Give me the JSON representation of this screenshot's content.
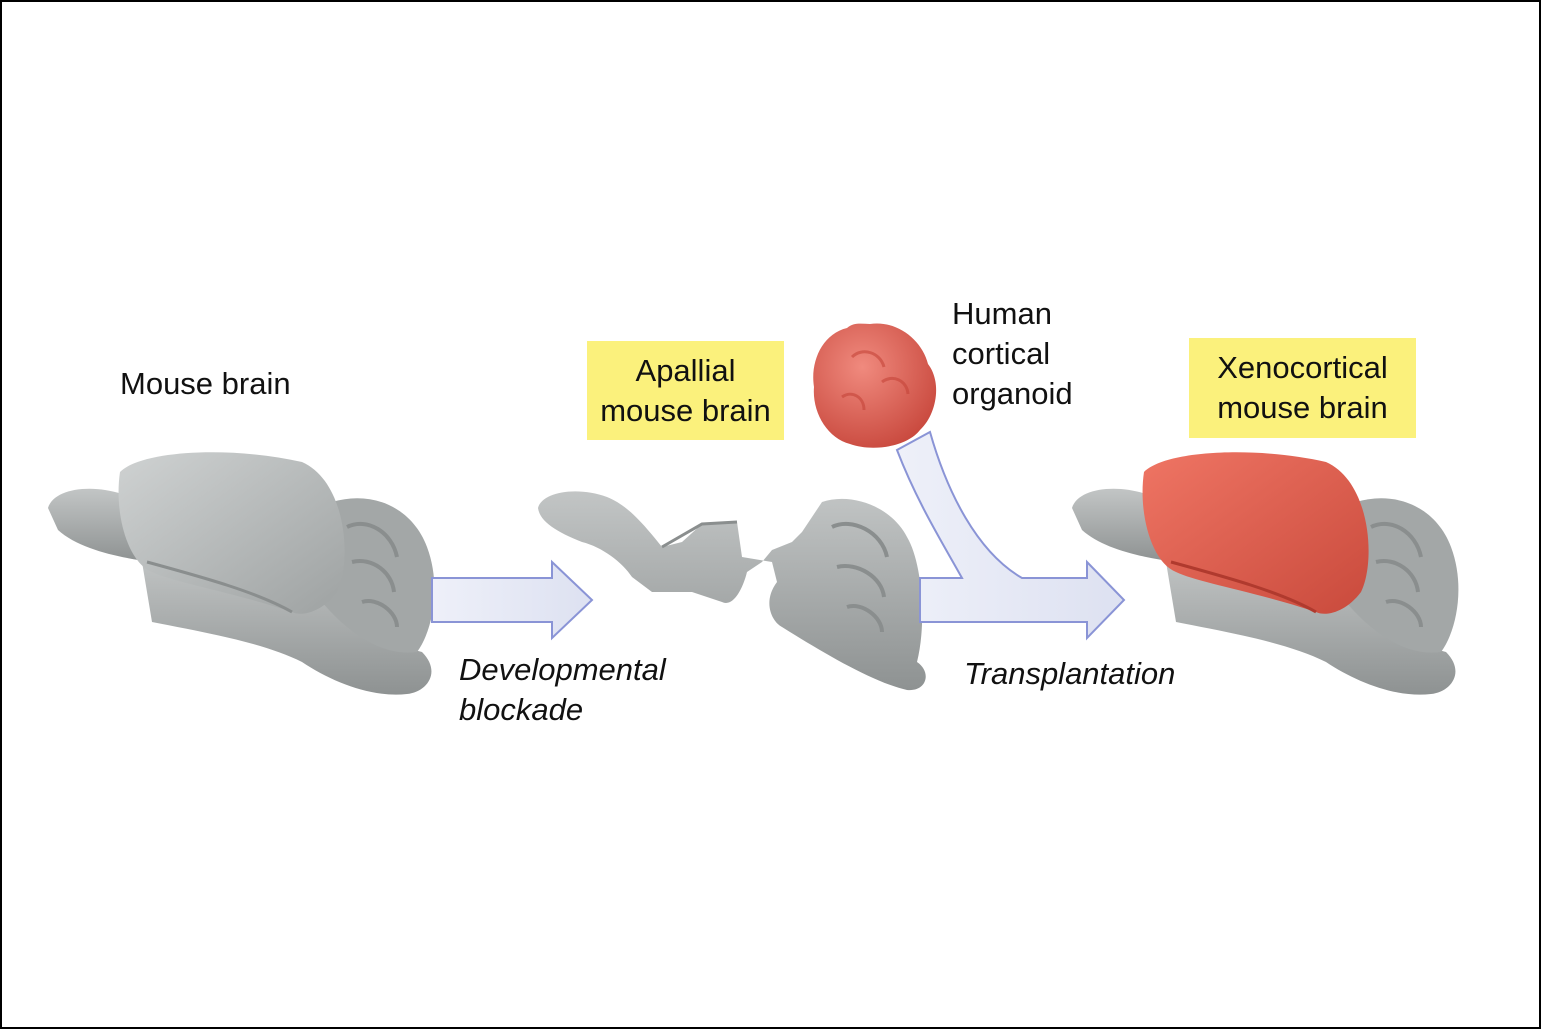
{
  "figure": {
    "labels": {
      "mouse_brain": "Mouse brain",
      "apallial_line1": "Apallial",
      "apallial_line2": "mouse brain",
      "human_line1": "Human",
      "human_line2": "cortical",
      "human_line3": "organoid",
      "xeno_line1": "Xenocortical",
      "xeno_line2": "mouse brain",
      "dev_line1": "Developmental",
      "dev_line2": "blockade",
      "transplantation": "Transplantation"
    },
    "colors": {
      "brain_gray": "#a9adad",
      "organoid_red": "#e0665a",
      "highlight_yellow": "#fbf17c",
      "arrow_fill": "#e6e9f5",
      "arrow_stroke": "#8a94d6"
    }
  }
}
